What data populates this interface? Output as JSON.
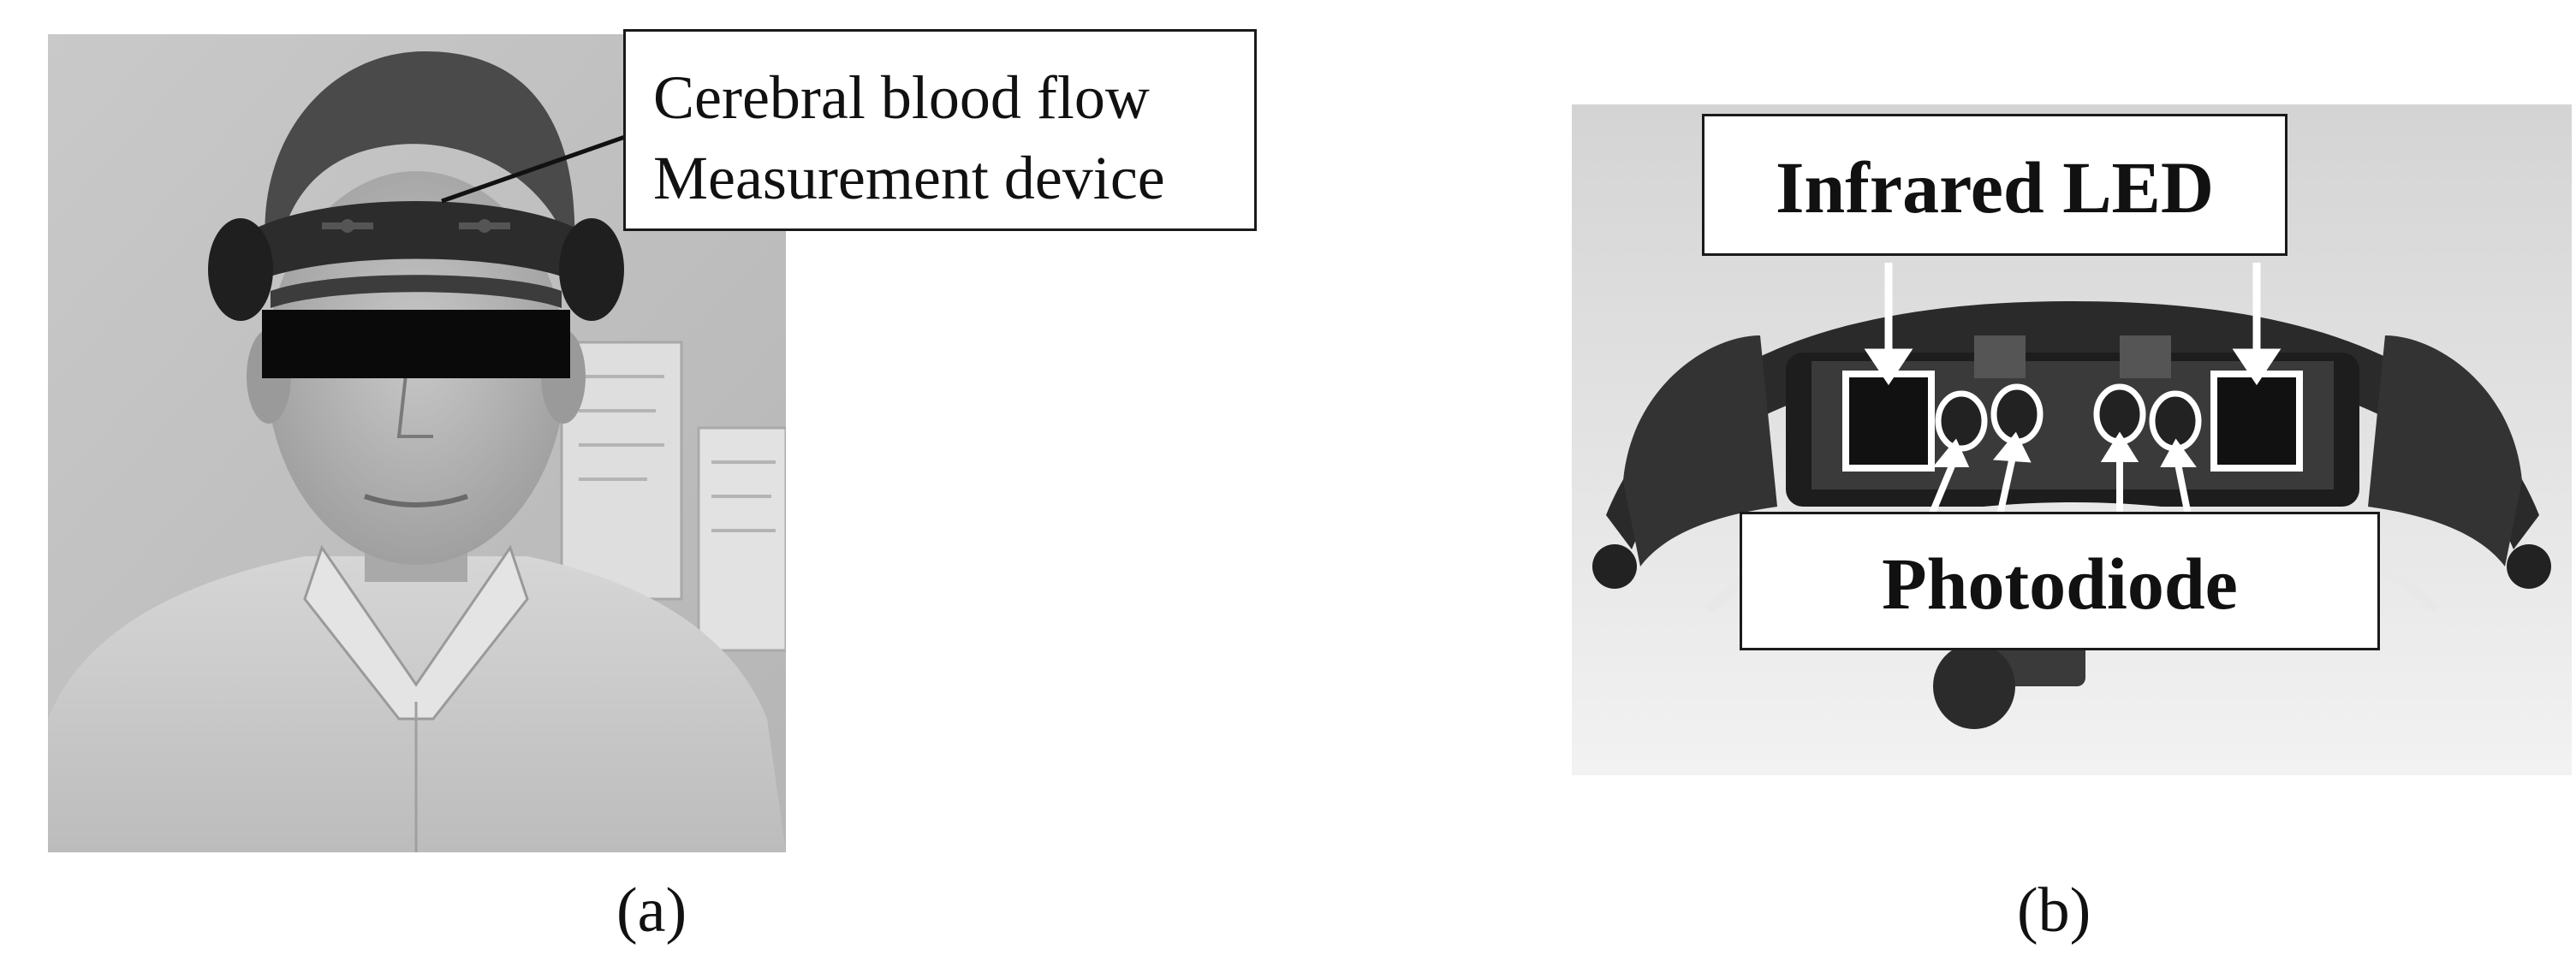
{
  "figure": {
    "panel_a": {
      "callout_line1": "Cerebral blood flow",
      "callout_line2": "Measurement device",
      "caption": "(a)"
    },
    "panel_b": {
      "callout_top": "Infrared LED",
      "callout_bottom": "Photodiode",
      "caption": "(b)"
    }
  }
}
